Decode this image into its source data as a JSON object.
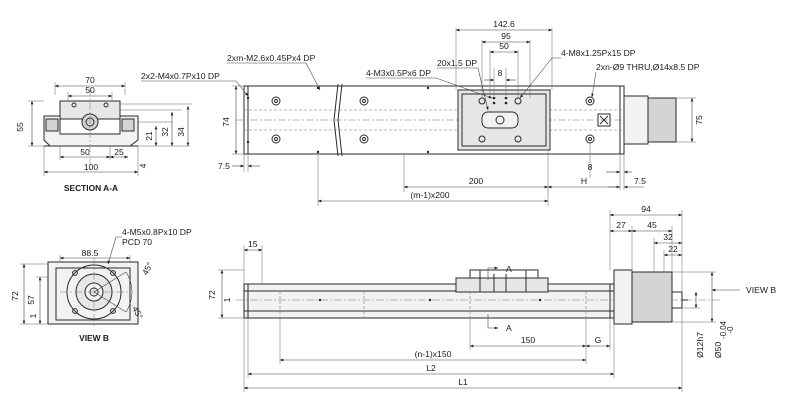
{
  "section_aa": {
    "title": "SECTION A-A",
    "dims": {
      "w70": "70",
      "w50_top": "50",
      "h55": "55",
      "h21": "21",
      "h32": "32",
      "h34": "34",
      "w50_bot": "50",
      "w25": "25",
      "h4": "4",
      "w100": "100"
    }
  },
  "view_b": {
    "title": "VIEW B",
    "callout": "4-M5x0.8Px10 DP",
    "pcd": "PCD 70",
    "dims": {
      "w88_5": "88.5",
      "h72": "72",
      "h57": "57",
      "h1": "1",
      "deg45a": "45°",
      "deg45b": "45°"
    }
  },
  "top_view": {
    "callouts": {
      "m26": "2xm-M2.6x0.45Px4 DP",
      "m4": "2x2-M4x0.7Px10 DP",
      "m3": "4-M3x0.5Px6 DP",
      "m8": "4-M8x1.25Px15 DP",
      "thru": "2xn-Ø9 THRU,Ø14x8.5 DP",
      "slot": "20x1.5 DP"
    },
    "dims": {
      "w142_6": "142.6",
      "w95": "95",
      "w50": "50",
      "w8_top": "8",
      "h74": "74",
      "h75": "75",
      "w7_5_left": "7.5",
      "w8_right": "8",
      "w200": "200",
      "wH": "H",
      "w7_5_right": "7.5",
      "wm200": "(m-1)x200"
    }
  },
  "side_view": {
    "section_marker": "A",
    "section_marker_bottom": "A",
    "view_b_label": "VIEW B",
    "dims": {
      "w15": "15",
      "h72": "72",
      "h1": "1",
      "w94": "94",
      "w27": "27",
      "w45": "45",
      "w32": "32",
      "w22": "22",
      "dia12": "Ø12h7",
      "dia50": "Ø50",
      "dia50_tol_upper": "-0.04",
      "dia50_tol_lower": "-0",
      "w150": "150",
      "wG": "G",
      "wn150": "(n-1)x150",
      "wL2": "L2",
      "wL1": "L1"
    }
  }
}
